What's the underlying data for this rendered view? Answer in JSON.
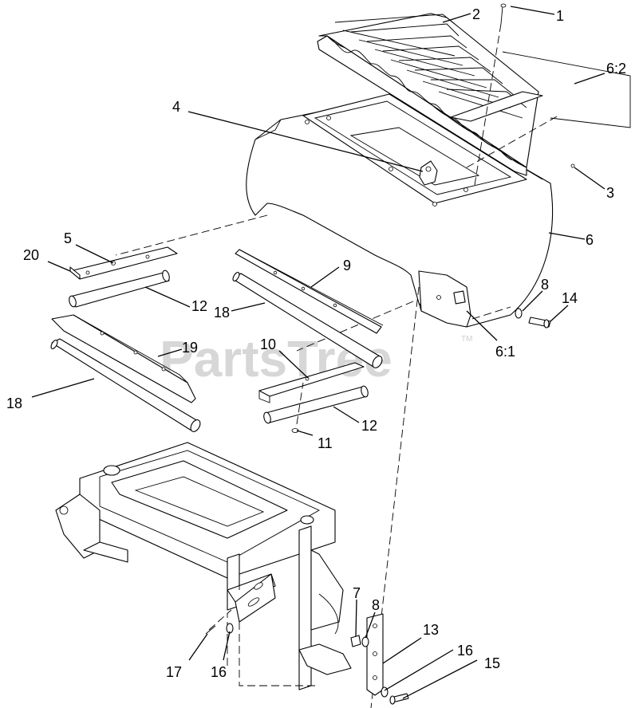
{
  "watermark": {
    "text": "PartsTree",
    "trademark": "TM"
  },
  "callouts": [
    {
      "id": "c1",
      "label": "1"
    },
    {
      "id": "c2",
      "label": "2"
    },
    {
      "id": "c3",
      "label": "3"
    },
    {
      "id": "c4",
      "label": "4"
    },
    {
      "id": "c5",
      "label": "5"
    },
    {
      "id": "c6",
      "label": "6"
    },
    {
      "id": "c6-1",
      "label": "6:1"
    },
    {
      "id": "c6-2",
      "label": "6:2"
    },
    {
      "id": "c7",
      "label": "7"
    },
    {
      "id": "c8a",
      "label": "8"
    },
    {
      "id": "c8b",
      "label": "8"
    },
    {
      "id": "c9",
      "label": "9"
    },
    {
      "id": "c10",
      "label": "10"
    },
    {
      "id": "c11",
      "label": "11"
    },
    {
      "id": "c12a",
      "label": "12"
    },
    {
      "id": "c12b",
      "label": "12"
    },
    {
      "id": "c13",
      "label": "13"
    },
    {
      "id": "c14",
      "label": "14"
    },
    {
      "id": "c15",
      "label": "15"
    },
    {
      "id": "c16a",
      "label": "16"
    },
    {
      "id": "c16b",
      "label": "16"
    },
    {
      "id": "c17",
      "label": "17"
    },
    {
      "id": "c18a",
      "label": "18"
    },
    {
      "id": "c18b",
      "label": "18"
    },
    {
      "id": "c19",
      "label": "19"
    },
    {
      "id": "c20",
      "label": "20"
    }
  ]
}
